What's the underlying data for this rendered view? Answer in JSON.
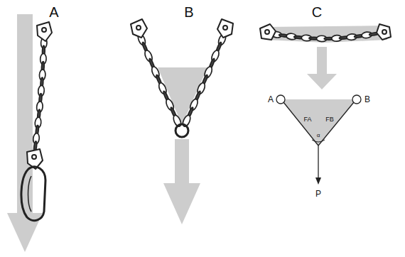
{
  "diagram": {
    "labels": [
      "A",
      "B",
      "C",
      "A",
      "B",
      "FA",
      "FB",
      "α",
      "P"
    ]
  }
}
